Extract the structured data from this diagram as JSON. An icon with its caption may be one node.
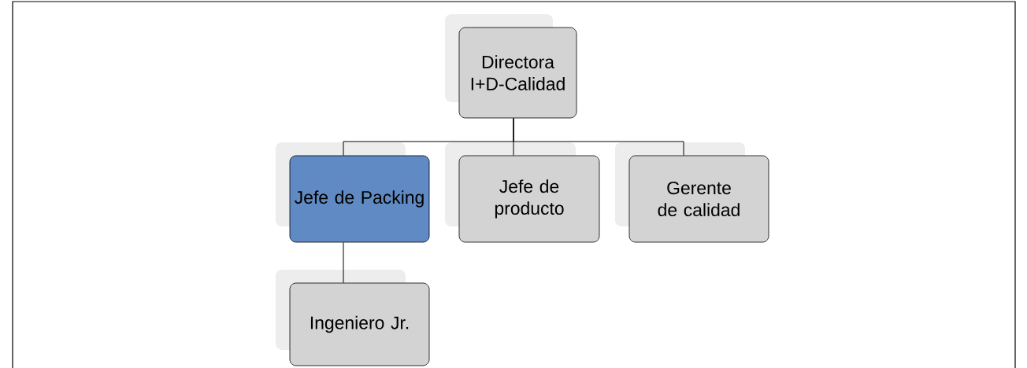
{
  "diagram": {
    "nodes": [
      {
        "text": [
          "Directora I+D-Calidad"
        ]
      },
      {
        "text": [
          "Jefe de Packing"
        ]
      },
      {
        "text": [
          "Jefe de producto"
        ]
      },
      {
        "text": [
          "Gerente de calidad"
        ]
      },
      {
        "text": [
          "Ingeniero Jr."
        ]
      }
    ],
    "edges": [
      {
        "from": 0,
        "to": 1,
        "arrow": "none"
      },
      {
        "from": 0,
        "to": 2,
        "arrow": "none"
      },
      {
        "from": 0,
        "to": 3,
        "arrow": "none"
      },
      {
        "from": 1,
        "to": 4,
        "arrow": "none",
        "color": "#000000"
      }
    ]
  }
}
